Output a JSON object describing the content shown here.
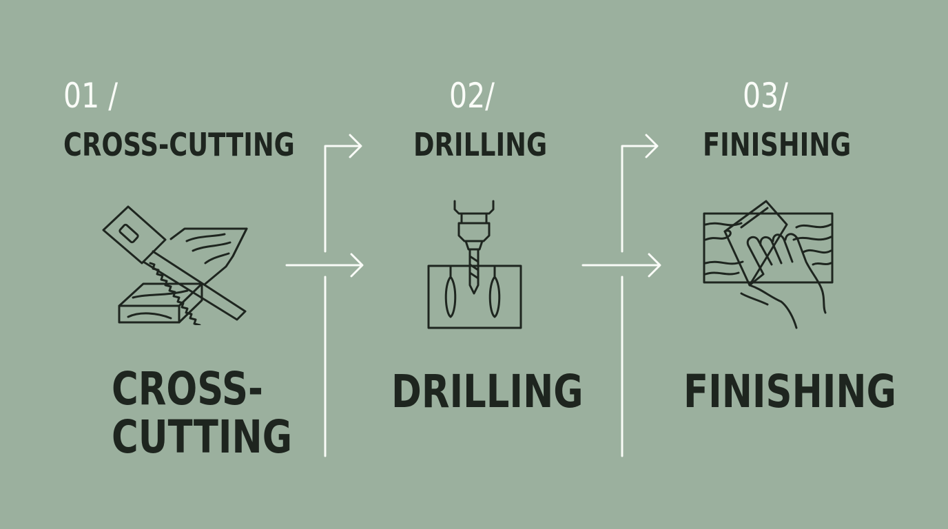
{
  "steps": [
    {
      "number": "01 /",
      "heading": "CROSS-CUTTING",
      "label_line1": "CROSS-",
      "label_line2": "CUTTING",
      "icon": "handsaw-and-lumber-icon"
    },
    {
      "number": "02/",
      "heading": "DRILLING",
      "label": "DRILLING",
      "icon": "drill-press-icon"
    },
    {
      "number": "03/",
      "heading": "FINISHING",
      "label": "FINISHING",
      "icon": "sanding-hand-icon"
    }
  ],
  "colors": {
    "background": "#9bb09e",
    "ink": "#1e251f",
    "accent_light": "#fafcf8"
  }
}
